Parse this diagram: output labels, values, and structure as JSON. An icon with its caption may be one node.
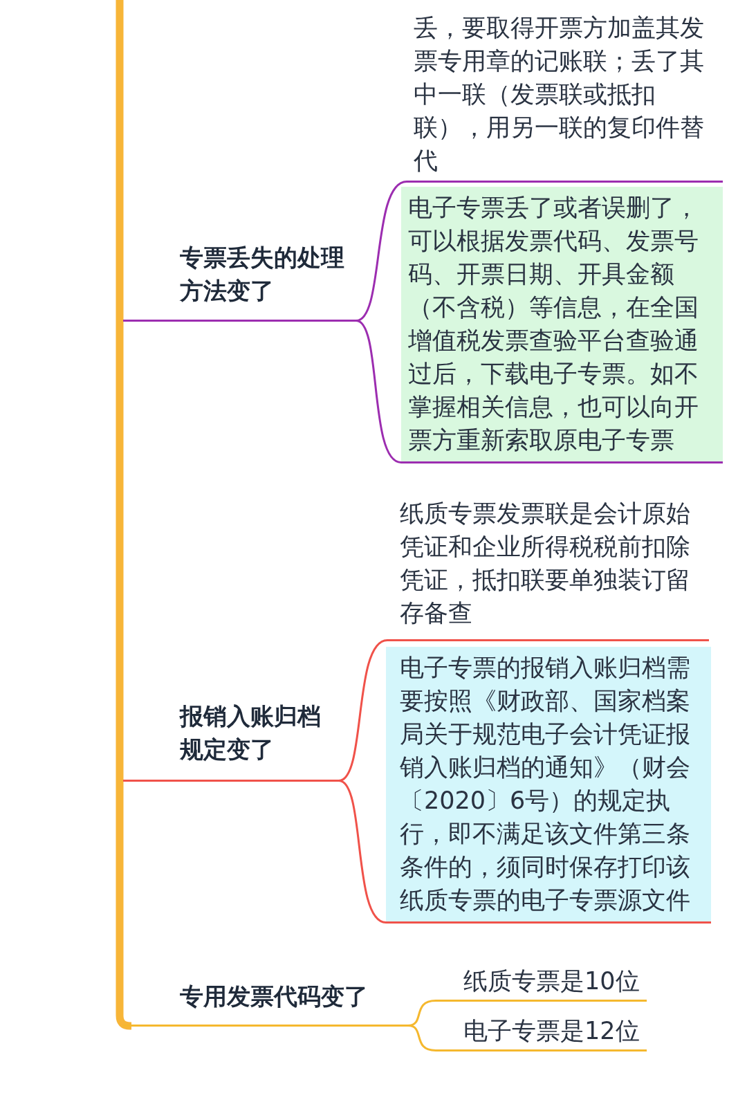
{
  "diagram": {
    "nodes": [
      {
        "text": [
          "丢，要取得开票方加盖其发票专用章的记账联；丢了其中一联（发票联或抵扣联），用另一联的复印件替代"
        ]
      },
      {
        "text": [
          "专票丢失的处理方法变了"
        ]
      },
      {
        "text": [
          "电子专票丢了或者误删了，可以根据发票代码、发票号码、开票日期、开具金额（不含税）等信息，在全国增值税发票查验平台查验通过后，下载电子专票。如不掌握相关信息，也可以向开票方重新索取原电子专票"
        ]
      },
      {
        "text": [
          "纸质专票发票联是会计原始凭证和企业所得税税前扣除凭证，抵扣联要单独装订留存备查"
        ]
      },
      {
        "text": [
          "报销入账归档规定变了"
        ]
      },
      {
        "text": [
          "电子专票的报销入账归档需要按照《财政部、国家档案局关于规范电子会计凭证报销入账归档的通知》（财会〔2020〕6号）的规定执行，即不满足该文件第三条条件的，须同时保存打印该纸质专票的电子专票源文件"
        ]
      },
      {
        "text": [
          "纸质专票是10位"
        ]
      },
      {
        "text": [
          "专用发票代码变了"
        ]
      },
      {
        "text": [
          "电子专票是12位"
        ]
      }
    ],
    "edges": [
      {
        "from": 1,
        "to": 0,
        "arrow": "none",
        "color": "#9c2db0"
      },
      {
        "from": 1,
        "to": 2,
        "arrow": "none",
        "color": "#9c2db0"
      },
      {
        "from": 4,
        "to": 3,
        "arrow": "none",
        "color": "#f0524a"
      },
      {
        "from": 4,
        "to": 5,
        "arrow": "none",
        "color": "#f0524a"
      },
      {
        "from": 7,
        "to": 6,
        "arrow": "none",
        "color": "#f5b82e"
      },
      {
        "from": 7,
        "to": 8,
        "arrow": "none",
        "color": "#f5b82e"
      }
    ]
  }
}
